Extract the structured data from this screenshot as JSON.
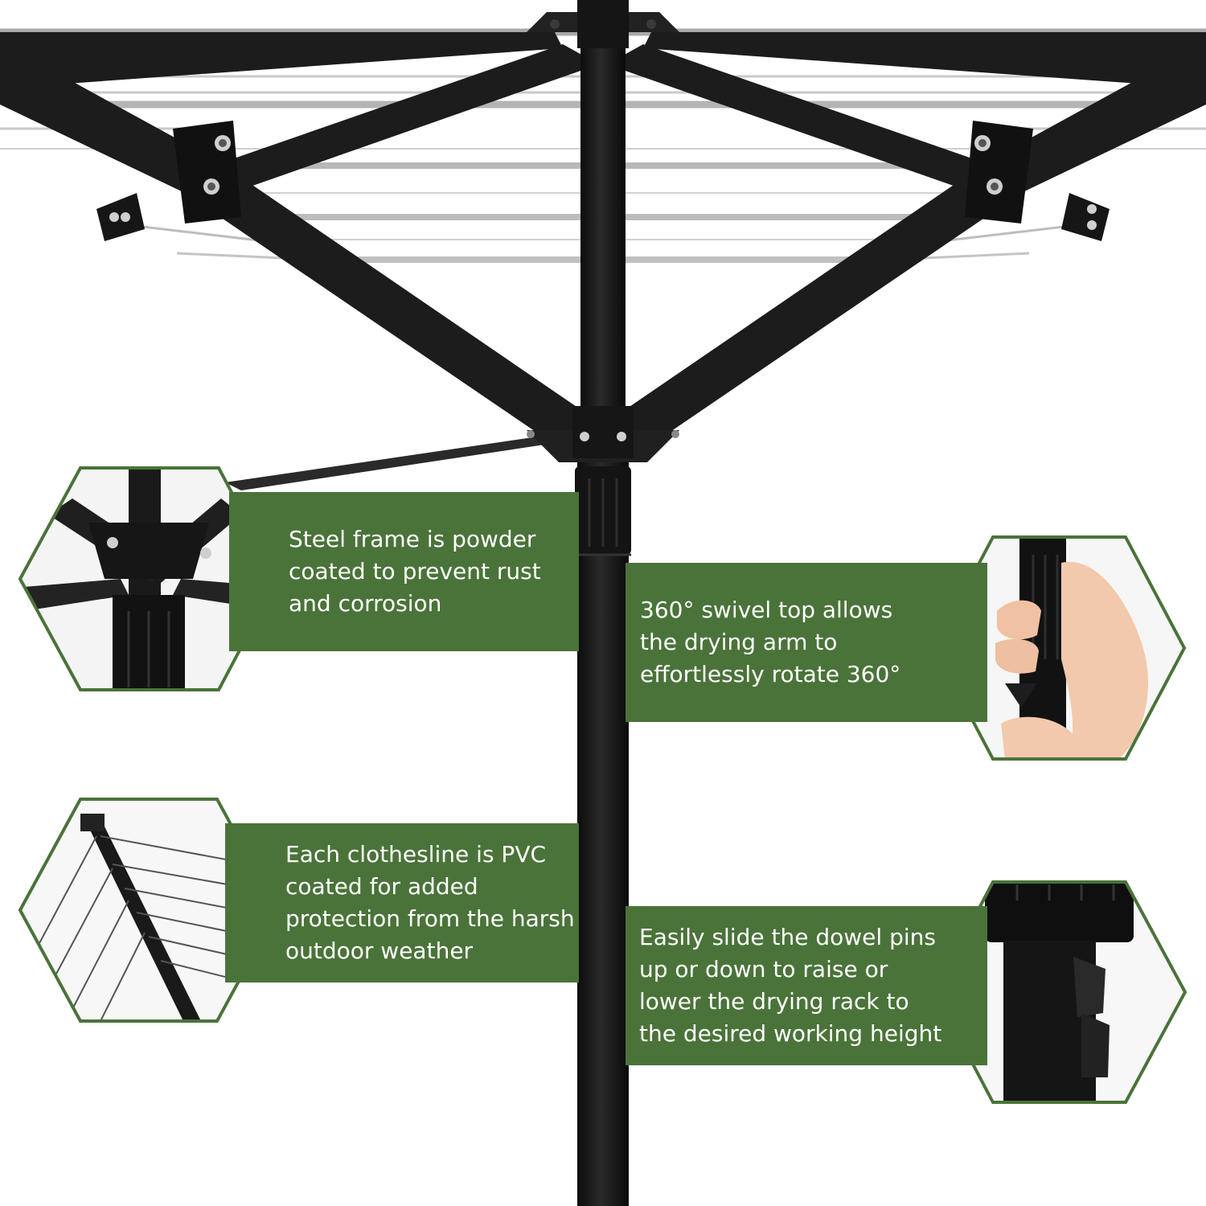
{
  "features": [
    {
      "id": "frame",
      "text": "Steel frame is powder\ncoated to prevent rust\nand corrosion",
      "icon": "hub-joint-closeup"
    },
    {
      "id": "swivel",
      "text": "360° swivel top allows\nthe drying arm to\neffortlessly rotate 360°",
      "icon": "hand-gripping-pole"
    },
    {
      "id": "line",
      "text": "Each clothesline is PVC\ncoated for added\nprotection from the harsh\noutdoor weather",
      "icon": "clothesline-arm-closeup"
    },
    {
      "id": "height",
      "text": "Easily slide the dowel pins\nup or down to raise or\nlower the drying rack to\nthe desired working height",
      "icon": "dowel-pin-closeup"
    }
  ],
  "colors": {
    "accent_green": "#4a7339",
    "frame_black": "#1a1a1a",
    "line_gray": "#b8b8b8",
    "background": "#ffffff"
  }
}
